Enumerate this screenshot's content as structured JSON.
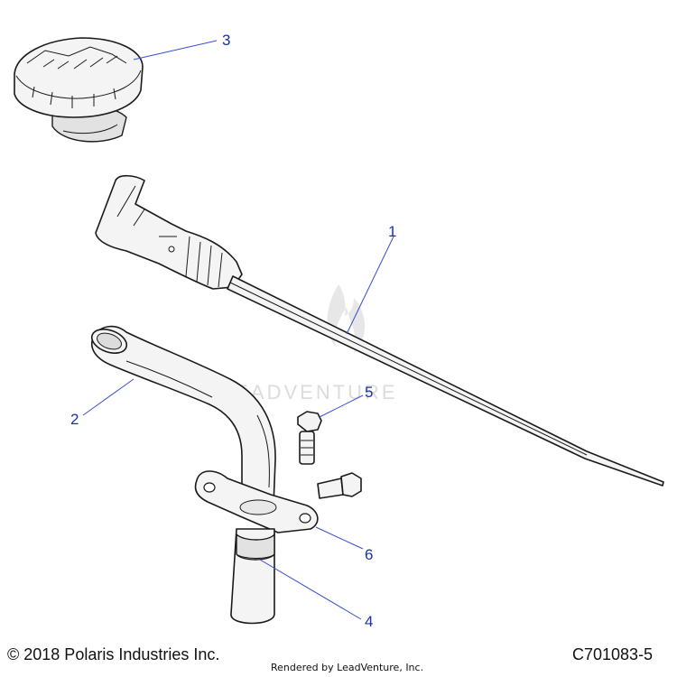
{
  "diagram": {
    "callouts": [
      {
        "id": "1",
        "label": "1"
      },
      {
        "id": "2",
        "label": "2"
      },
      {
        "id": "3",
        "label": "3"
      },
      {
        "id": "4",
        "label": "4"
      },
      {
        "id": "5",
        "label": "5"
      },
      {
        "id": "6",
        "label": "6"
      }
    ],
    "watermark": "LEADVENTURE",
    "colors": {
      "callout": "#1a2fb8",
      "outline": "#1a1a1a",
      "fill": "#f4f4f4"
    }
  },
  "footer": {
    "copyright": "© 2018 Polaris Industries Inc.",
    "rendered_by": "Rendered by LeadVenture, Inc.",
    "diagram_code": "C701083-5"
  }
}
